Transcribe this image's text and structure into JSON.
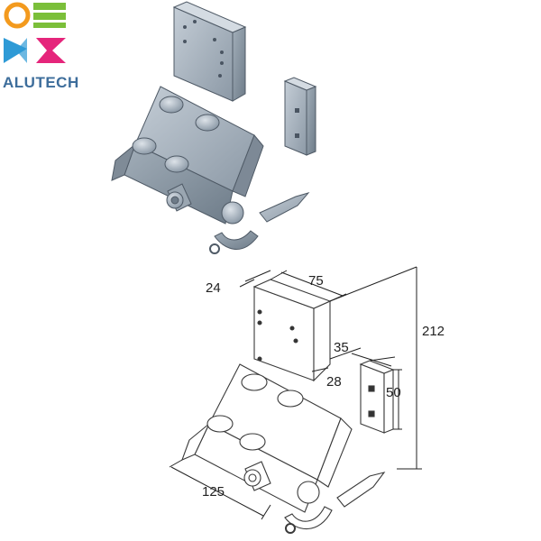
{
  "brand": {
    "name": "ALUTECH",
    "logo_icon": "alutech-logo-icon",
    "colors": {
      "orange": "#f39a1e",
      "green": "#7bbf3a",
      "pink": "#e5257b",
      "blue": "#2e9ad6",
      "text": "#3d6d9b"
    }
  },
  "drawing": {
    "dimensions": {
      "d24": "24",
      "d75": "75",
      "d212": "212",
      "d35": "35",
      "d28": "28",
      "d50": "50",
      "d125": "125"
    }
  }
}
